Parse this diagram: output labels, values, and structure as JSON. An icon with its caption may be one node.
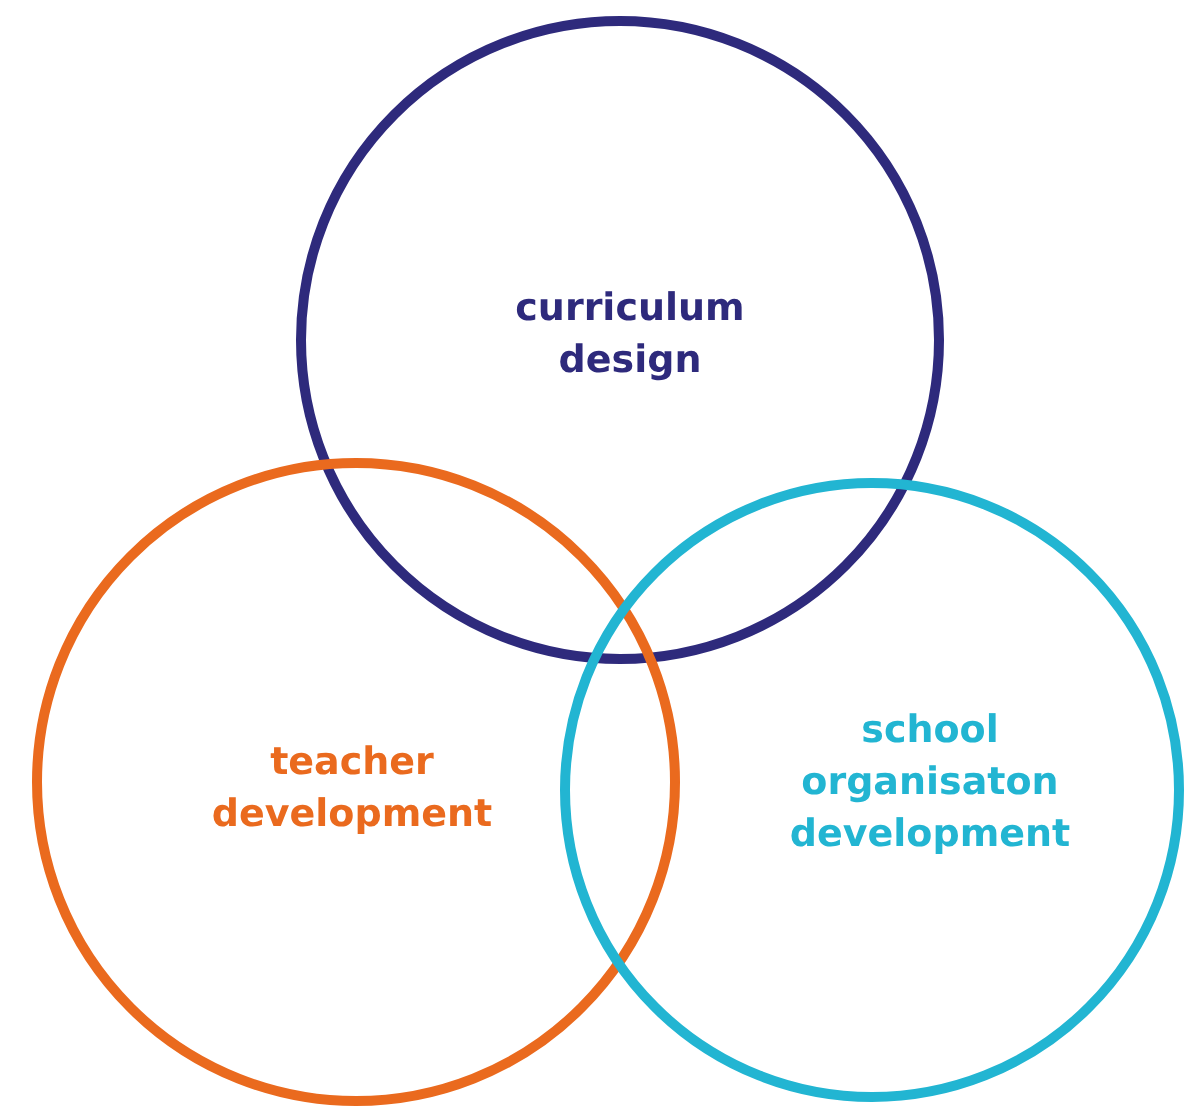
{
  "diagram": {
    "nodes": [
      {
        "text": [
          "curriculum design"
        ]
      },
      {
        "text": [
          "teacher development"
        ]
      },
      {
        "text": [
          "school organisaton development"
        ]
      }
    ]
  }
}
